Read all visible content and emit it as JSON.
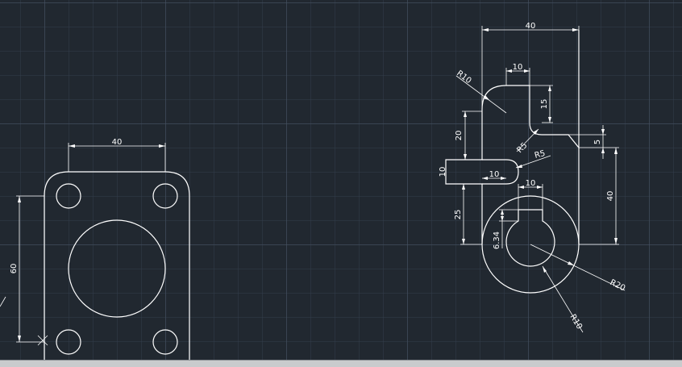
{
  "drawing": {
    "left_part": {
      "dims": {
        "width_top": "40",
        "height_left": "60"
      }
    },
    "right_part": {
      "dims": {
        "overall_width": "40",
        "slot_top_width": "10",
        "slot_top_depth": "15",
        "left_20": "20",
        "notch_5": "5",
        "radius_r10_top": "R10",
        "radius_r5_a": "R5",
        "radius_r5_b": "R5",
        "slot_10_vertical": "10",
        "slot_10_horizontal": "10",
        "keyway_10": "10",
        "height_40": "40",
        "height_25": "25",
        "keyway_6_34": "6.34",
        "radius_r20": "R20",
        "radius_r10_bore": "R10"
      }
    }
  },
  "colors": {
    "background": "#212830",
    "linework": "#ffffff",
    "status_strip": "#c9cbcd"
  }
}
